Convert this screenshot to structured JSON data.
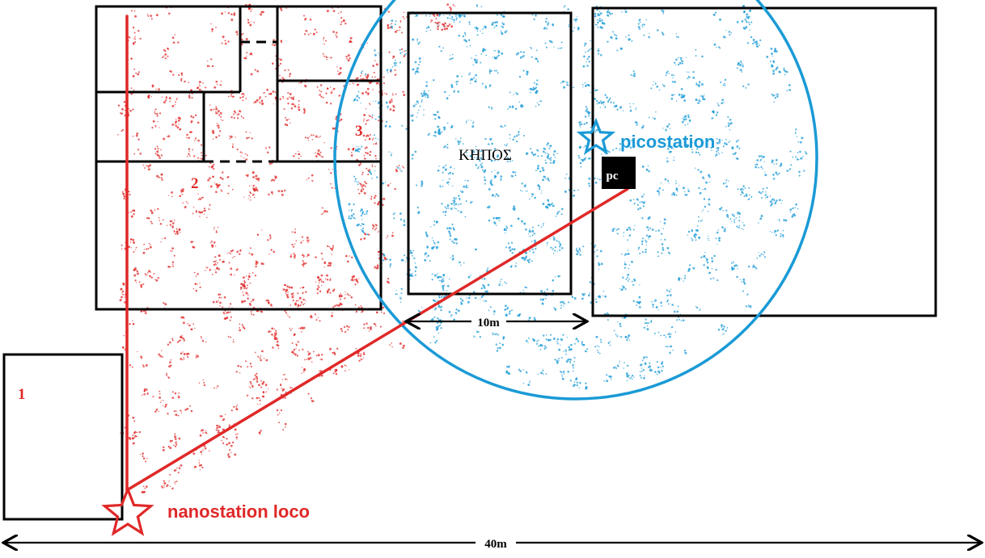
{
  "colors": {
    "lines": "#000000",
    "nano": "#e02828",
    "pico": "#1a9ad6",
    "pc_box": "#000000",
    "pc_text": "#ffffff"
  },
  "icons": {
    "nanostation": "star-outline-icon",
    "picostation": "star-outline-icon"
  },
  "labels": {
    "area_1": "1",
    "area_2": "2",
    "area_3": "3",
    "garden": "ΚΗΠΟΣ",
    "pc": "pc",
    "picostation": "picostation",
    "nanostation": "nanostation loco",
    "dim_10m": "10m",
    "dim_40m": "40m"
  }
}
